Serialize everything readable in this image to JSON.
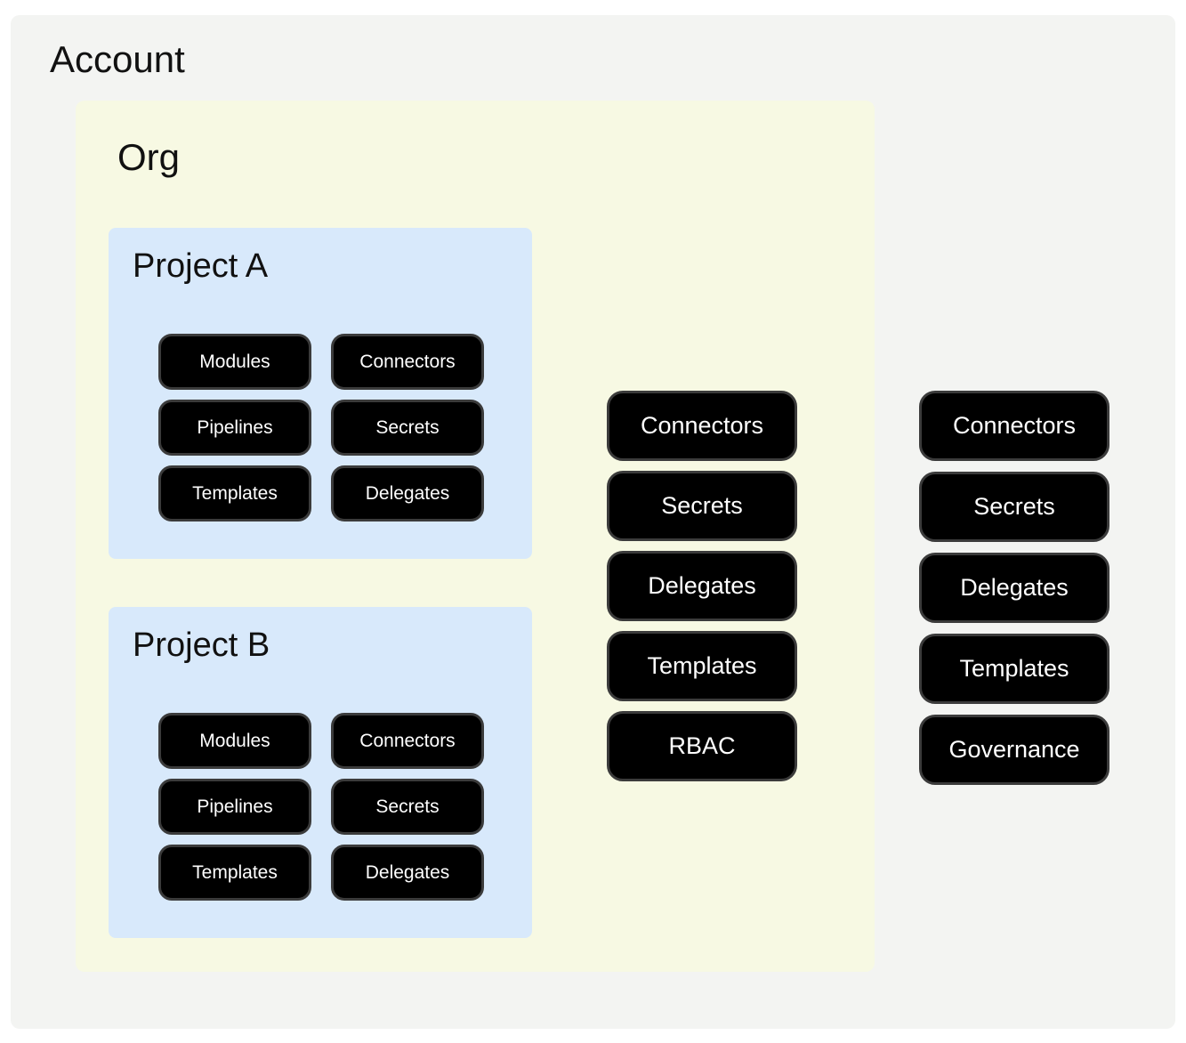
{
  "account": {
    "title": "Account",
    "pills": [
      "Connectors",
      "Secrets",
      "Delegates",
      "Templates",
      "Governance"
    ],
    "org": {
      "title": "Org",
      "pills": [
        "Connectors",
        "Secrets",
        "Delegates",
        "Templates",
        "RBAC"
      ],
      "projects": [
        {
          "title": "Project A",
          "pills": [
            "Modules",
            "Connectors",
            "Pipelines",
            "Secrets",
            "Templates",
            "Delegates"
          ]
        },
        {
          "title": "Project B",
          "pills": [
            "Modules",
            "Connectors",
            "Pipelines",
            "Secrets",
            "Templates",
            "Delegates"
          ]
        }
      ]
    }
  },
  "colors": {
    "page_bg": "#ffffff",
    "account_bg": "#f3f4f2",
    "org_bg": "#f7f9e3",
    "project_bg": "#d8e9fb",
    "pill_bg": "#000000",
    "pill_border": "#3b3b3b",
    "pill_text": "#ffffff",
    "title_text": "#111111"
  }
}
